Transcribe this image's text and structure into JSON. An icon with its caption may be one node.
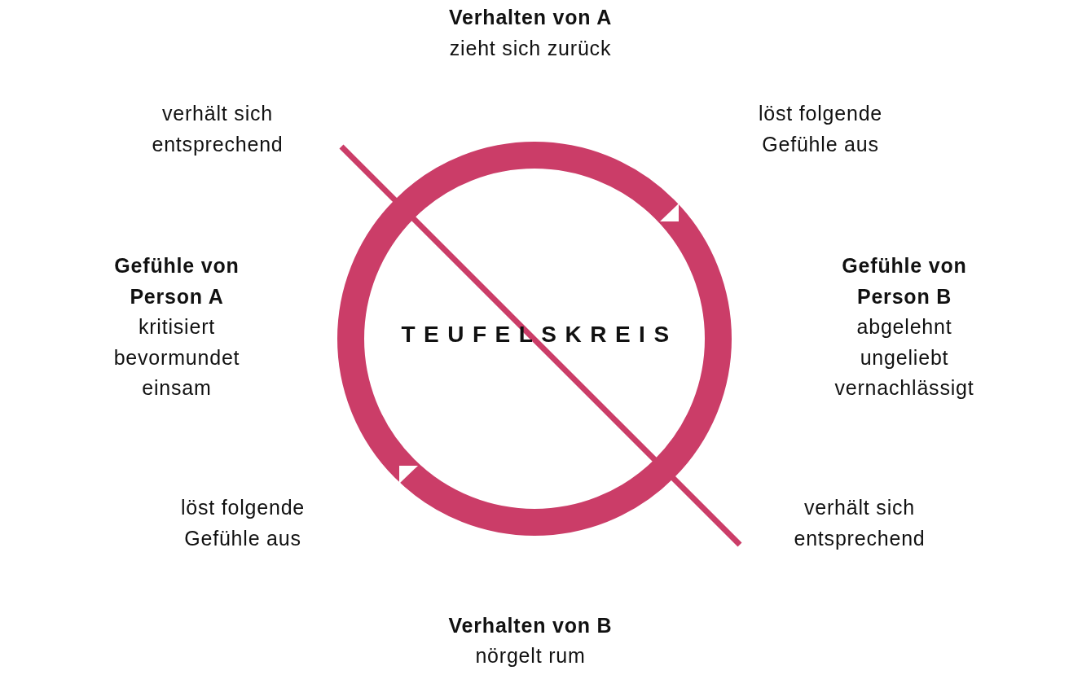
{
  "diagram": {
    "nodes": [
      {
        "text": [
          "TEUFELSKREIS"
        ]
      }
    ],
    "labels": [
      "Verhalten von A",
      "zieht sich zurück",
      "verhält sich entsprechend",
      "löst folgende Gefühle aus",
      "Gefühle von Person A",
      "kritisiert",
      "bevormundet",
      "einsam",
      "Gefühle von Person B",
      "abgelehnt",
      "ungeliebt",
      "vernachlässigt",
      "löst folgende Gefühle aus",
      "verhält sich entsprechend",
      "Verhalten von B",
      "nörgelt rum"
    ]
  }
}
